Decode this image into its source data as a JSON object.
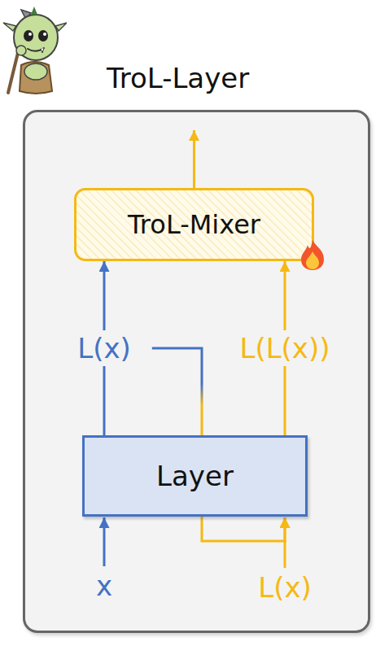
{
  "diagram": {
    "nodes": [
      {
        "text": [
          "TroL-Layer"
        ]
      },
      {
        "text": [
          "TroL-Mixer"
        ],
        "in": 0
      },
      {
        "text": [
          "Layer"
        ],
        "in": 0
      }
    ],
    "edges": [
      {
        "from": 2,
        "to": 1,
        "arrow": "to",
        "label": "L(x)"
      },
      {
        "from": 2,
        "to": 1,
        "arrow": "to",
        "label": "L(L(x))"
      }
    ],
    "labels": [
      "x",
      "L(x)"
    ]
  }
}
